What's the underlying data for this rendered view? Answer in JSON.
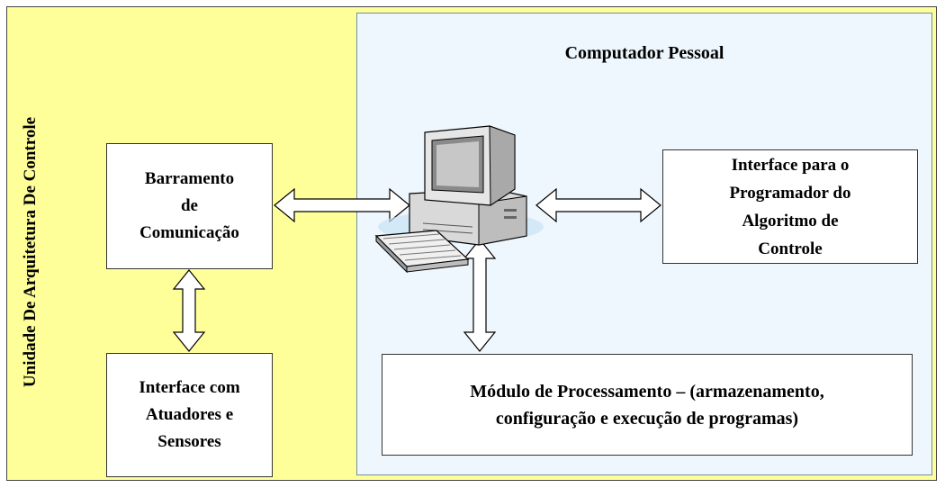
{
  "diagram": {
    "side_title": "Unidade De Arquitetura De Controle",
    "pc_title": "Computador Pessoal",
    "boxes": {
      "bus": "Barramento\nde\nComunicação",
      "actuator": "Interface com\nAtuadores e\nSensores",
      "programmer": "Interface para  o\nProgramador do\nAlgoritmo de\nControle",
      "processing": "Módulo de Processamento – (armazenamento,\nconfiguração e execução de programas)"
    },
    "icons": [
      "computer-icon"
    ],
    "colors": {
      "outer_fill": "#ffff99",
      "pc_fill": "#eef7fd",
      "arrow_stroke": "#000000"
    }
  }
}
